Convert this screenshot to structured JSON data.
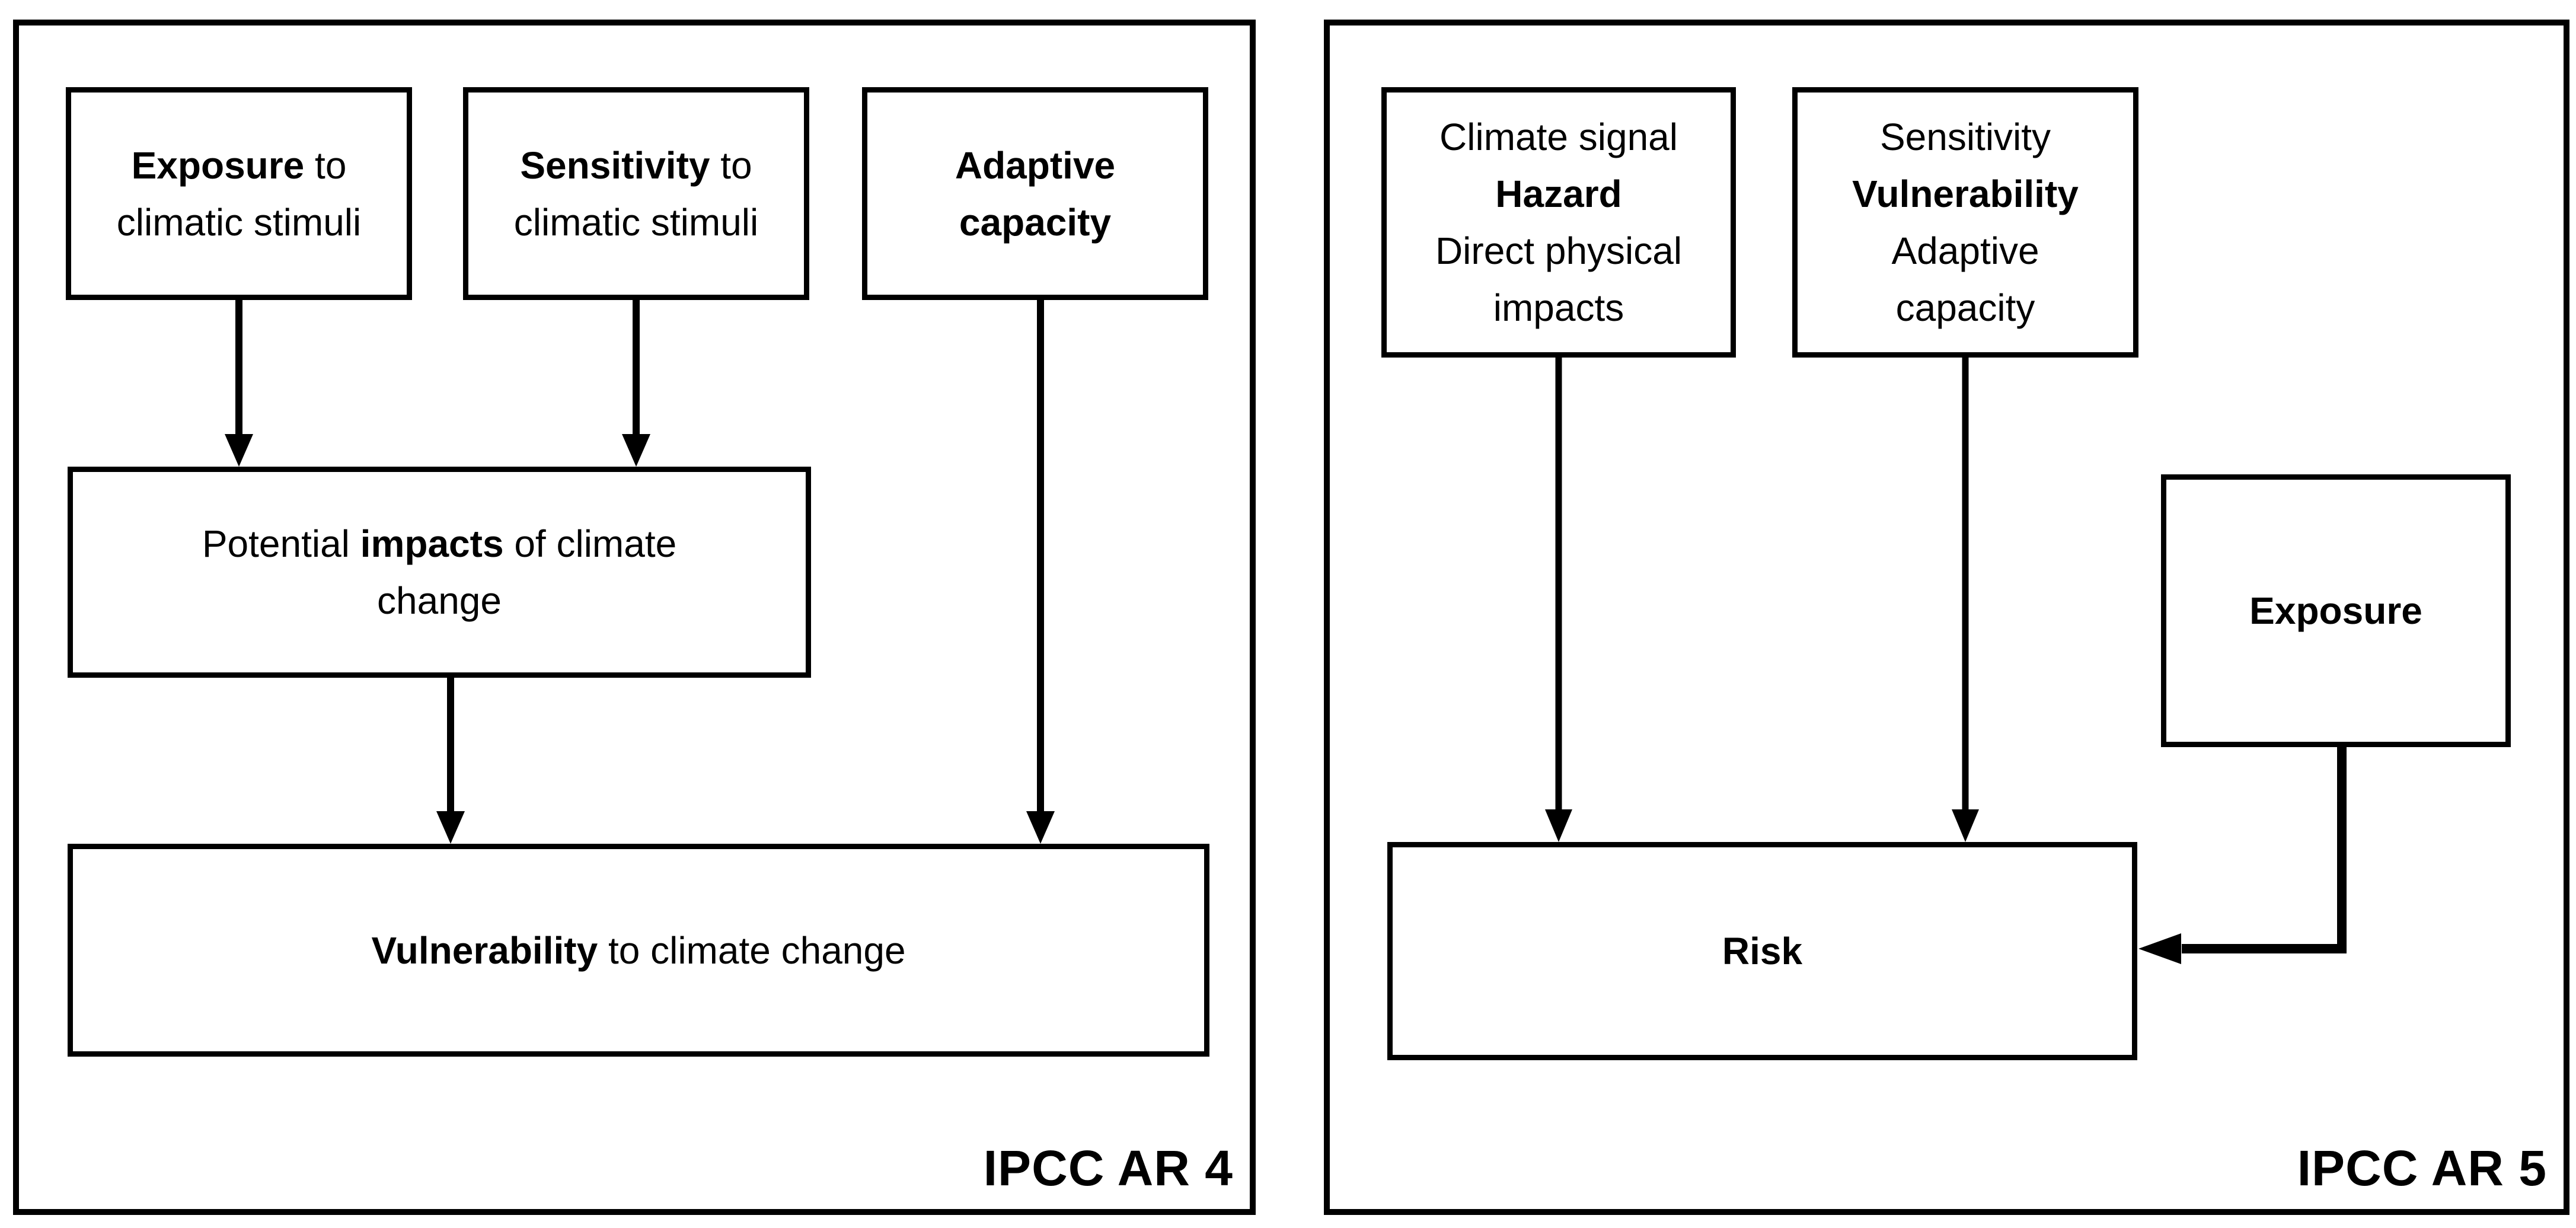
{
  "colors": {
    "background": "#ffffff",
    "line": "#000000",
    "text": "#000000"
  },
  "panels": [
    {
      "label": "IPCC AR 4",
      "boxes": {
        "exposure": {
          "lines": [
            [
              {
                "t": "Exposure",
                "b": true
              },
              {
                "t": " to",
                "b": false
              }
            ],
            [
              {
                "t": "climatic stimuli",
                "b": false
              }
            ]
          ]
        },
        "sensitivity": {
          "lines": [
            [
              {
                "t": "Sensitivity",
                "b": true
              },
              {
                "t": " to",
                "b": false
              }
            ],
            [
              {
                "t": "climatic stimuli",
                "b": false
              }
            ]
          ]
        },
        "adaptive_capacity": {
          "lines": [
            [
              {
                "t": "Adaptive",
                "b": true
              }
            ],
            [
              {
                "t": "capacity",
                "b": true
              }
            ]
          ]
        },
        "potential_impacts": {
          "lines": [
            [
              {
                "t": "Potential ",
                "b": false
              },
              {
                "t": "impacts",
                "b": true
              },
              {
                "t": " of climate",
                "b": false
              }
            ],
            [
              {
                "t": "change",
                "b": false
              }
            ]
          ]
        },
        "vulnerability": {
          "lines": [
            [
              {
                "t": "Vulnerability",
                "b": true
              },
              {
                "t": " to climate change",
                "b": false
              }
            ]
          ]
        }
      }
    },
    {
      "label": "IPCC AR 5",
      "boxes": {
        "hazard": {
          "lines": [
            [
              {
                "t": "Climate signal",
                "b": false
              }
            ],
            [
              {
                "t": "Hazard",
                "b": true
              }
            ],
            [
              {
                "t": "Direct physical",
                "b": false
              }
            ],
            [
              {
                "t": "impacts",
                "b": false
              }
            ]
          ]
        },
        "vulnerability": {
          "lines": [
            [
              {
                "t": "Sensitivity",
                "b": false
              }
            ],
            [
              {
                "t": "Vulnerability",
                "b": true
              }
            ],
            [
              {
                "t": "Adaptive",
                "b": false
              }
            ],
            [
              {
                "t": "capacity",
                "b": false
              }
            ]
          ]
        },
        "exposure": {
          "lines": [
            [
              {
                "t": "Exposure",
                "b": true
              }
            ]
          ]
        },
        "risk": {
          "lines": [
            [
              {
                "t": "Risk",
                "b": true
              }
            ]
          ]
        }
      }
    }
  ]
}
